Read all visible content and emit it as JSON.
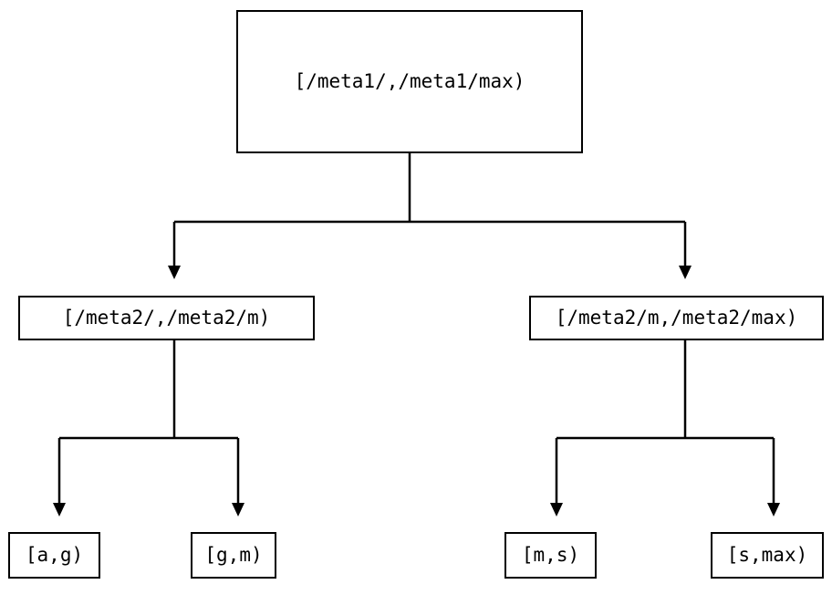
{
  "diagram": {
    "type": "tree",
    "title": "",
    "background_color": "#ffffff",
    "line_color": "#000000",
    "text_color": "#000000",
    "nodes": {
      "root": {
        "label": "[/meta1/,/meta1/max)"
      },
      "mid_left": {
        "label": "[/meta2/,/meta2/m)"
      },
      "mid_right": {
        "label": "[/meta2/m,/meta2/max)"
      },
      "leaf_1": {
        "label": "[a,g)"
      },
      "leaf_2": {
        "label": "[g,m)"
      },
      "leaf_3": {
        "label": "[m,s)"
      },
      "leaf_4": {
        "label": "[s,max)"
      }
    },
    "edges": [
      {
        "from": "root",
        "to": "mid_left",
        "arrow": "triangle-down"
      },
      {
        "from": "root",
        "to": "mid_right",
        "arrow": "triangle-down"
      },
      {
        "from": "mid_left",
        "to": "leaf_1",
        "arrow": "triangle-down"
      },
      {
        "from": "mid_left",
        "to": "leaf_2",
        "arrow": "triangle-down"
      },
      {
        "from": "mid_right",
        "to": "leaf_3",
        "arrow": "triangle-down"
      },
      {
        "from": "mid_right",
        "to": "leaf_4",
        "arrow": "triangle-down"
      }
    ]
  }
}
